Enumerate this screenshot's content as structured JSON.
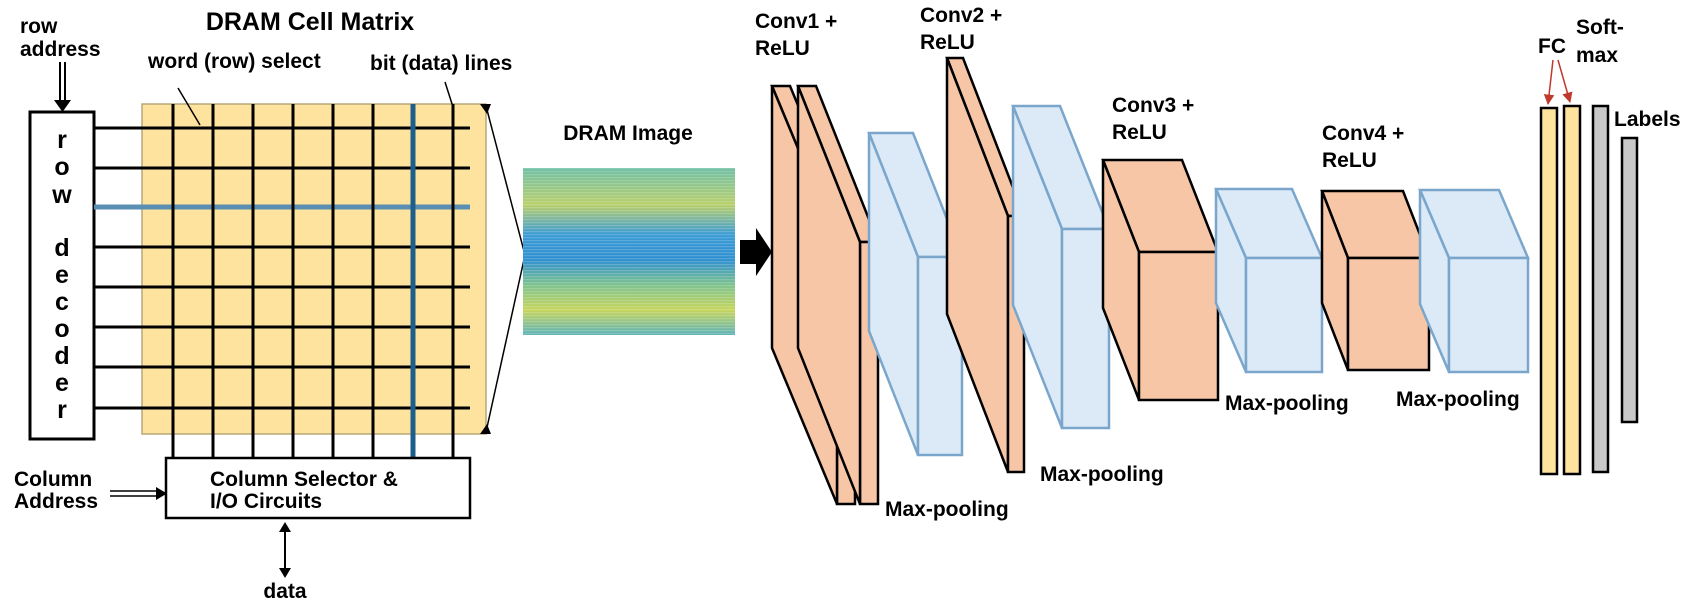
{
  "dram": {
    "title": "DRAM Cell Matrix",
    "row_address": [
      "row",
      "address"
    ],
    "word_select": "word (row) select",
    "bit_lines": "bit (data) lines",
    "row_decoder": [
      "r",
      "o",
      "w",
      "d",
      "e",
      "c",
      "o",
      "d",
      "e",
      "r"
    ],
    "column_address": [
      "Column",
      "Address"
    ],
    "column_selector": [
      "Column Selector &",
      "I/O Circuits"
    ],
    "data": "data",
    "image_label": "DRAM Image"
  },
  "cnn": {
    "conv1": [
      "Conv1 +",
      "ReLU"
    ],
    "conv2": [
      "Conv2 +",
      "ReLU"
    ],
    "conv3": [
      "Conv3 +",
      "ReLU"
    ],
    "conv4": [
      "Conv4 +",
      "ReLU"
    ],
    "maxpool1": "Max-pooling",
    "maxpool2": "Max-pooling",
    "maxpool3": "Max-pooling",
    "maxpool4": "Max-pooling",
    "fc": "FC",
    "softmax": [
      "Soft-",
      "max"
    ],
    "labels": "Labels"
  },
  "colors": {
    "matrix_fill": "#fde39e",
    "conv_fill": "#f6c6a7",
    "pool_fill": "#dce9f7",
    "pool_stroke": "#7aa6cc",
    "fc_fill": "#fde39e",
    "softmax_fill": "#c8c8c8",
    "highlight_line": "#5a8fb3",
    "arrow_red": "#c0392b"
  }
}
